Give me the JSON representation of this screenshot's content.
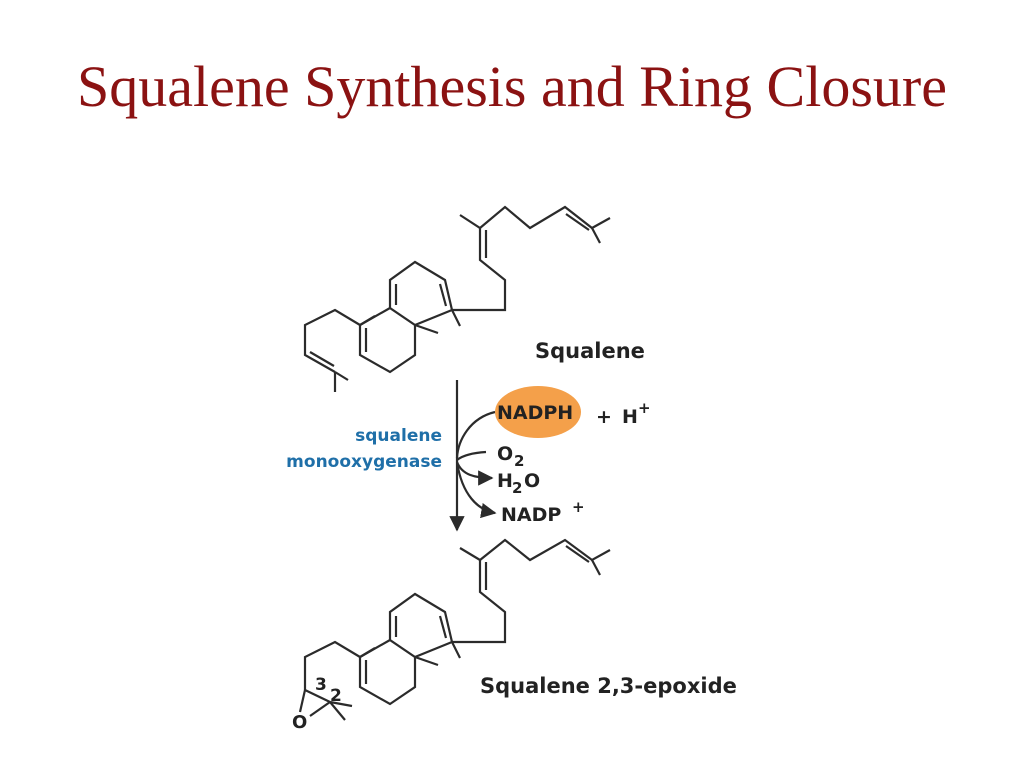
{
  "title": "Squalene Synthesis and Ring Closure",
  "colors": {
    "title": "#8b1212",
    "enzyme_text": "#1f6fa8",
    "nadph_highlight": "#f4a04a",
    "bonds": "#2b2b2b"
  },
  "molecules": {
    "top_label": "Squalene",
    "bottom_label": "Squalene 2,3-epoxide",
    "epoxide": {
      "carbon_3": "3",
      "carbon_2": "2",
      "oxygen": "O"
    }
  },
  "enzyme": {
    "line1": "squalene",
    "line2": "monooxygenase"
  },
  "reaction": {
    "cofactor": "NADPH",
    "plus": "+",
    "proton": "H",
    "proton_charge": "+",
    "o2": "O",
    "o2_sub": "2",
    "water_h": "H",
    "water_sub": "2",
    "water_o": "O",
    "nadp": "NADP",
    "nadp_charge": "+"
  }
}
